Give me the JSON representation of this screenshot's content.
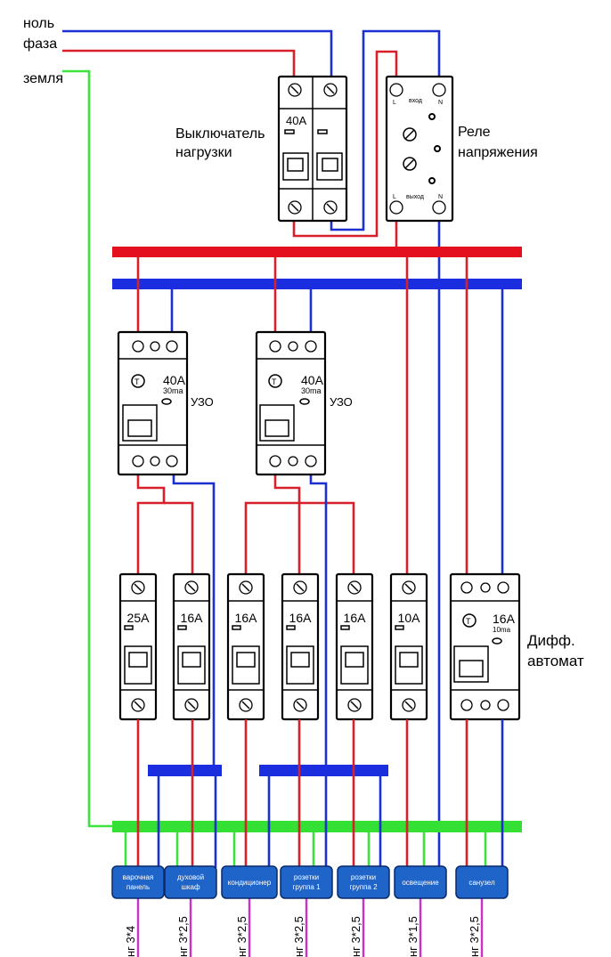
{
  "inputs": {
    "neutral": "ноль",
    "phase": "фаза",
    "ground": "земля"
  },
  "main_switch": {
    "label_line1": "Выключатель",
    "label_line2": "нагрузки",
    "rating": "40A"
  },
  "relay": {
    "label_line1": "Реле",
    "label_line2": "напряжения",
    "in_label": "вход",
    "out_label": "выход",
    "l": "L",
    "n": "N"
  },
  "rcd": [
    {
      "rating": "40A",
      "leak": "30ma",
      "label": "УЗО"
    },
    {
      "rating": "40A",
      "leak": "30ma",
      "label": "УЗО"
    }
  ],
  "breakers": [
    {
      "rating": "25A"
    },
    {
      "rating": "16A"
    },
    {
      "rating": "16A"
    },
    {
      "rating": "16A"
    },
    {
      "rating": "16A"
    },
    {
      "rating": "10A"
    }
  ],
  "diff": {
    "rating": "16A",
    "leak": "10ma",
    "label_line1": "Дифф.",
    "label_line2": "автомат"
  },
  "device_logo": "T",
  "loads": [
    {
      "line1": "варочная",
      "line2": "панель",
      "cable": "нг 3*4"
    },
    {
      "line1": "духовой",
      "line2": "шкаф",
      "cable": "нг 3*2,5"
    },
    {
      "line1": "кондиционер",
      "line2": "",
      "cable": "нг 3*2,5"
    },
    {
      "line1": "розетки",
      "line2": "группа 1",
      "cable": "нг 3*2,5"
    },
    {
      "line1": "розетки",
      "line2": "группа 2",
      "cable": "нг 3*2,5"
    },
    {
      "line1": "освещение",
      "line2": "",
      "cable": "нг 3*1,5"
    },
    {
      "line1": "санузел",
      "line2": "",
      "cable": "нг 3*2,5"
    }
  ],
  "colors": {
    "phase": "#d8202a",
    "neutral": "#1c2fd0",
    "ground": "#3ee23e",
    "cable": "#c832c8",
    "load_box": "#1f64c8"
  }
}
